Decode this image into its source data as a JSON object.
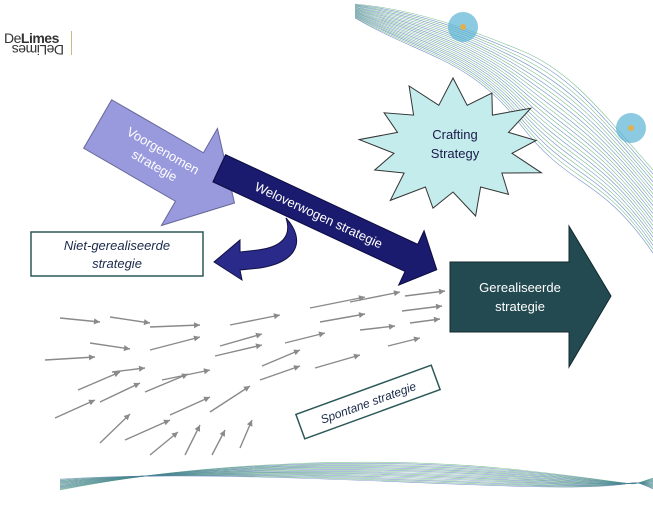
{
  "logo": {
    "text_regular": "De",
    "text_bold": "Limes",
    "mirror_text": "DeLimes"
  },
  "labels": {
    "voorgenomen": [
      "Voorgenomen",
      "strategie"
    ],
    "weloverwogen": "Weloverwogen strategie",
    "niet_gerealiseerd": [
      "Niet-gerealiseerde",
      "strategie"
    ],
    "gerealiseerd": [
      "Gerealiseerde",
      "strategie"
    ],
    "crafting": [
      "Crafting",
      "Strategy"
    ],
    "spontane": "Spontane strategie"
  },
  "colors": {
    "voorgenomen_fill": "#9999dd",
    "weloverwogen_fill": "#1a1a6e",
    "curved_arrow_fill": "#2a2a8a",
    "gerealiseerd_fill": "#234a50",
    "crafting_fill": "#c4ecec",
    "box_border": "#2c5858",
    "small_arrows": "#8a8a8a",
    "wave_green": "#4aaa6a",
    "wave_blue": "#4a6ab4",
    "dot_fill": "#5ab4d4",
    "dot_center": "#e0b050"
  },
  "icons": [
    "emergent-arrow-icon",
    "wave-decoration-icon",
    "star-burst-icon"
  ]
}
